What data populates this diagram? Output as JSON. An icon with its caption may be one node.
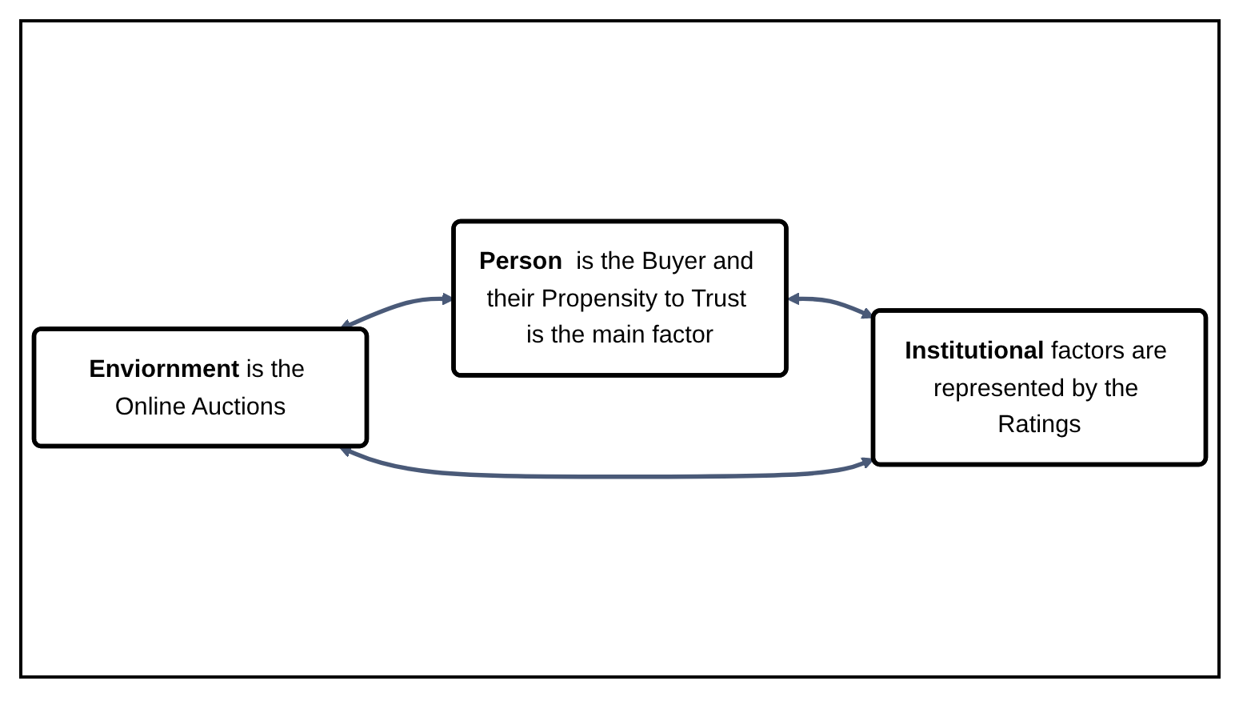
{
  "diagram": {
    "nodes": [
      {
        "text": [
          "**Person**  is the Buyer and their Propensity to Trust is the main factor"
        ]
      },
      {
        "text": [
          "**Enviornment** is the Online Auctions"
        ]
      },
      {
        "text": [
          "**Institutional** factors are represented by the Ratings"
        ]
      }
    ],
    "edges": [
      {
        "from": 1,
        "to": 0,
        "arrow": "both"
      },
      {
        "from": 0,
        "to": 2,
        "arrow": "both"
      },
      {
        "from": 1,
        "to": 2,
        "arrow": "both"
      }
    ]
  }
}
